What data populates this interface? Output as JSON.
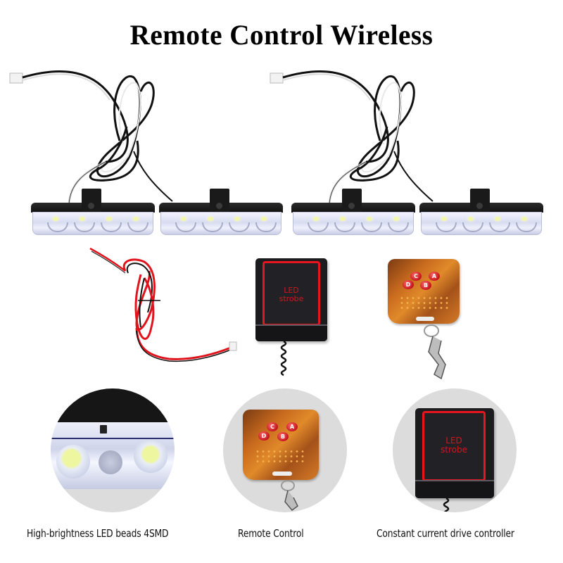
{
  "header": {
    "title": "Remote Control Wireless"
  },
  "product_images": {
    "light_bars": {
      "count": 4,
      "leds_per_bar": 4,
      "colors": {
        "housing": "#111111",
        "lens": "#e6e9f7",
        "led": "#f4f7a8"
      }
    },
    "power_cable": {
      "colors": [
        "#e0141c",
        "#111111"
      ]
    },
    "controller": {
      "label_line1": "LED",
      "label_line2": "strobe",
      "colors": {
        "body": "#1c1c1f",
        "frame": "#e8141e"
      }
    },
    "remote": {
      "buttons": [
        "C",
        "A",
        "D",
        "B"
      ],
      "colors": {
        "shell": "#c86a1e",
        "button": "#c3141c"
      }
    }
  },
  "features": [
    {
      "caption": "High-brightness LED beads 4SMD"
    },
    {
      "caption": "Remote Control"
    },
    {
      "caption": "Constant current drive controller"
    }
  ],
  "colors": {
    "background": "#ffffff",
    "circle": "#dcdcdc",
    "title": "#000000"
  }
}
